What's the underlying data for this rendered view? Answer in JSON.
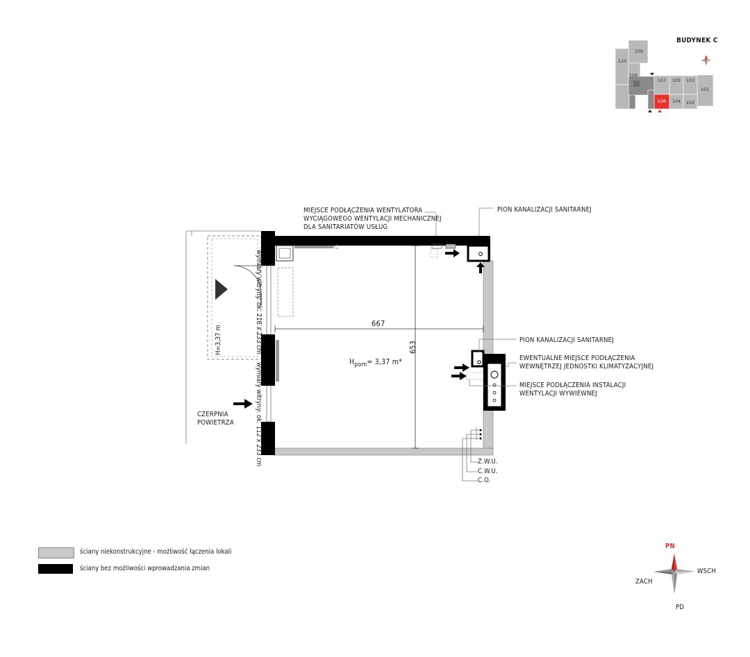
{
  "building": {
    "title": "BUDYNEK C",
    "units": [
      "109",
      "110",
      "108",
      "107",
      "105",
      "103",
      "101",
      "106",
      "104",
      "102"
    ],
    "highlight_unit": "106",
    "highlight_color": "#e8322b"
  },
  "plan": {
    "dimension_width": "667",
    "dimension_depth": "653",
    "room_height_prefix": "H",
    "room_height_sub": "pom",
    "room_height_value": "= 3,37 m*",
    "window_height": "H=3,37 m",
    "window_1": "wymiary witryny: ok. 216 x 233 cm",
    "window_2": "wymiary witryny: ok. 112 x 233 cm"
  },
  "callouts": {
    "ventilator": [
      "MIEJSCE PODŁĄCZENIA WENTYLATORA",
      "WYCIĄGOWEGO WENTYLACJI MECHANICZNEJ",
      "DLA SANITARIATÓW USŁUG"
    ],
    "sewer_top": "PION KANALIZACJI SANITARNEJ",
    "sewer_mid": "PION KANALIZACJI SANITARNEJ",
    "climate": [
      "EWENTUALNE MIEJSCE PODŁĄCZENIA",
      "WEWNĘTRZEJ JEDNOSTKI KLIMATYZACYJNEJ"
    ],
    "exhaust": [
      "MIEJSCE PODŁĄCZENIA INSTALACJI",
      "WENTYLACJI WYWIEWNEJ"
    ],
    "air_intake": [
      "CZERPNIA",
      "POWIETRZA"
    ],
    "zwu": "Z.W.U.",
    "cwu": "C.W.U.",
    "co": "C.O."
  },
  "legend": {
    "nonstructural": "ściany niekonstrukcyjne - możliwość łączenia lokali",
    "fixed": "ściany bez możliwości wprowadzania zmian",
    "nonstructural_color": "#c8c8c8",
    "fixed_color": "#000000"
  },
  "compass": {
    "north": "PN",
    "east": "WSCH",
    "west": "ZACH",
    "south": "PD",
    "north_color": "#e8322b"
  }
}
